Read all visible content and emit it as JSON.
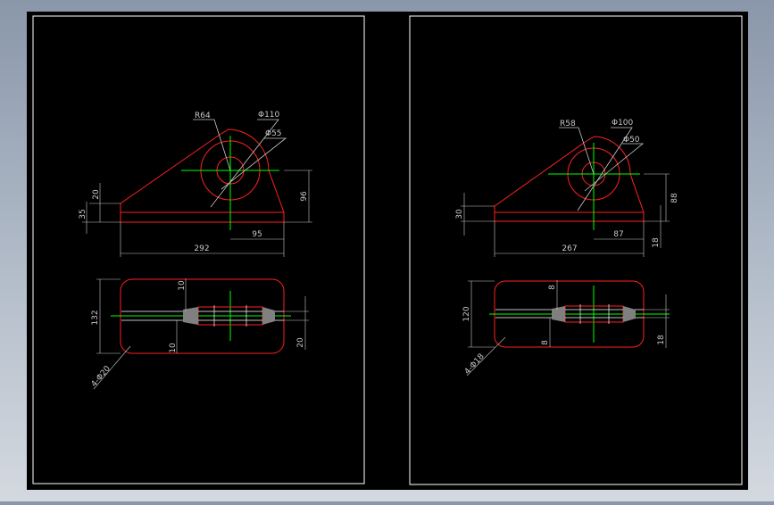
{
  "colors": {
    "background": "#000000",
    "frame": "#ffffff",
    "outline": "#ff2020",
    "centerline": "#00ff00",
    "dimension": "#c8c8c8",
    "hidden": "#ffffff",
    "section": "#808080"
  },
  "sheets": [
    {
      "id": "left",
      "labels": {
        "r_outer": "R64",
        "d_outer": "Φ110",
        "d_hole": "Φ55",
        "h_top": "20",
        "h_mid": "35",
        "h_total": "96",
        "w_total": "292",
        "w_right": "95",
        "plan_height": "132",
        "plan_gap_top": "10",
        "plan_gap_bottom": "10",
        "plan_slot": "20",
        "holes_note": "4-Φ20"
      }
    },
    {
      "id": "right",
      "labels": {
        "r_outer": "R58",
        "d_outer": "Φ100",
        "d_hole": "Φ50",
        "h_total": "88",
        "h_left": "30",
        "w_total": "267",
        "w_right": "87",
        "h_base": "18",
        "plan_height": "120",
        "plan_gap_top": "8",
        "plan_gap_bottom": "8",
        "plan_slot": "18",
        "holes_note": "4-Φ18"
      }
    }
  ]
}
